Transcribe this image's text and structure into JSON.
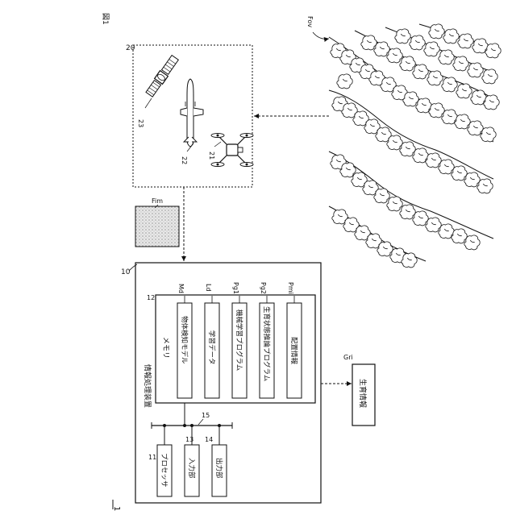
{
  "figure_label": "図1",
  "system_ref": "1",
  "labels": {
    "info_device": "情報処理装置",
    "info_device_ref": "10",
    "processor": "プロセッサ",
    "processor_ref": "11",
    "memory": "メモリ",
    "memory_ref": "12",
    "input": "入力部",
    "input_ref": "13",
    "output": "出力部",
    "output_ref": "14",
    "bus_ref": "15",
    "object_model": "物体検知モデル",
    "object_model_ref": "Md",
    "learning_data": "学習データ",
    "learning_data_ref": "Ld",
    "ml_program": "機械学習プログラム",
    "ml_program_ref": "Pg1",
    "growth_program": "生育状態推論プログラム",
    "growth_program_ref": "Pg2",
    "placement_info": "配置情報",
    "placement_info_ref": "Pmi",
    "growth_info": "生育情報",
    "growth_info_ref": "Gri",
    "image_ref": "Fim",
    "platforms_ref": "20",
    "satellite_ref": "23",
    "airplane_ref": "22",
    "drone_ref": "21",
    "field_of_view_ref": "Fov"
  }
}
